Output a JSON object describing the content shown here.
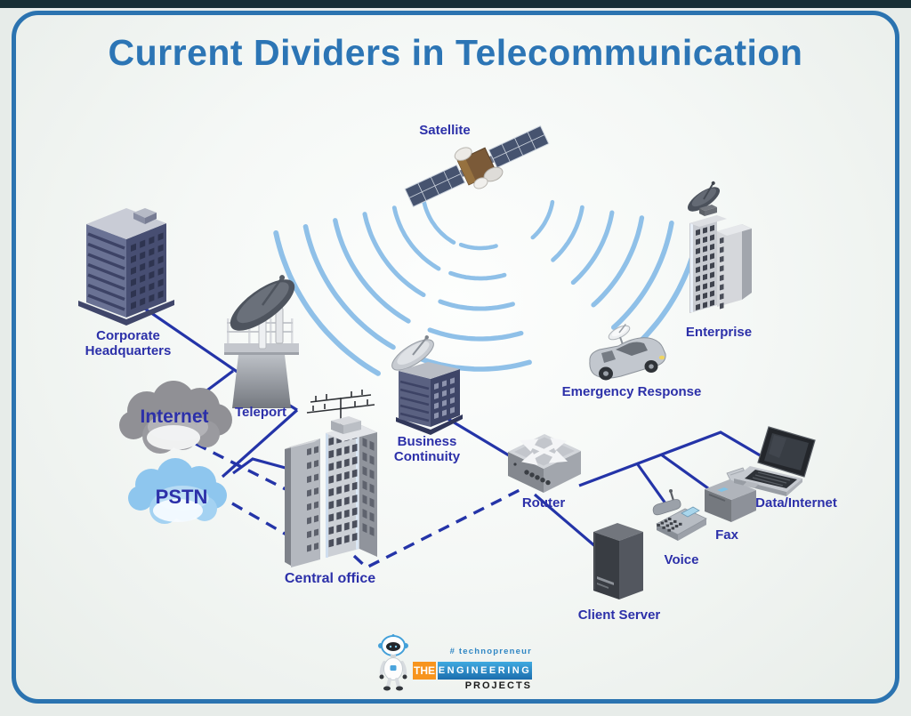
{
  "title": "Current Dividers in Telecommunication",
  "diagram": {
    "nodes": {
      "satellite": {
        "label": "Satellite"
      },
      "corporate_headquarters": {
        "label": "Corporate Headquarters"
      },
      "teleport": {
        "label": "Teleport"
      },
      "internet": {
        "label": "Internet"
      },
      "pstn": {
        "label": "PSTN"
      },
      "central_office": {
        "label": "Central office"
      },
      "business_continuity": {
        "label": "Business Continuity"
      },
      "emergency_response": {
        "label": "Emergency Response"
      },
      "enterprise": {
        "label": "Enterprise"
      },
      "router": {
        "label": "Router"
      },
      "client_server": {
        "label": "Client Server"
      },
      "voice": {
        "label": "Voice"
      },
      "fax": {
        "label": "Fax"
      },
      "data_internet": {
        "label": "Data/Internet"
      }
    }
  },
  "logo": {
    "prefix": "THE",
    "name": "ENGINEERING",
    "suffix": "PROJECTS",
    "tagline": "# technopreneur"
  },
  "colors": {
    "title": "#2c75b5",
    "label": "#2c30a9",
    "line": "#2434a8",
    "wave": "#8fc0e8",
    "frame": "#2b73b0",
    "logo_orange": "#f7941e",
    "logo_blue": "#2e8fd0"
  }
}
